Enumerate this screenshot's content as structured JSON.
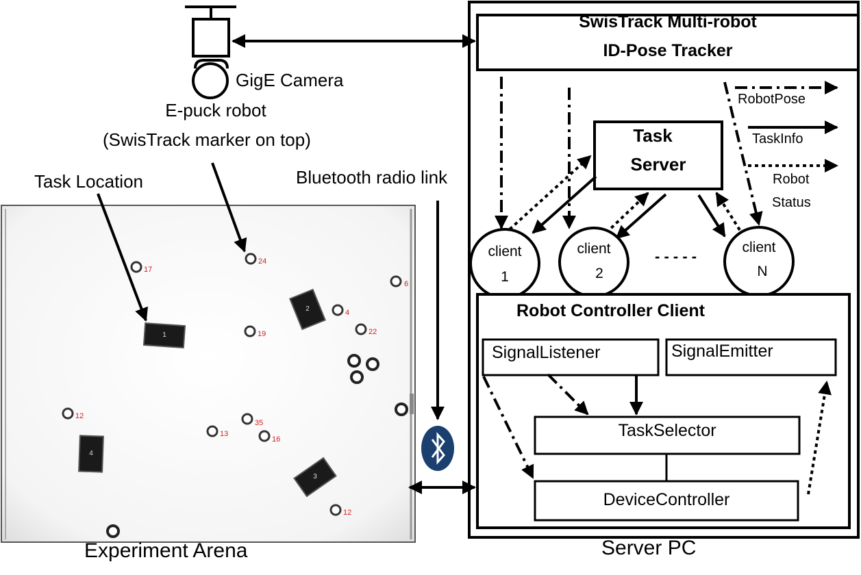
{
  "camera": {
    "label": "GigE Camera"
  },
  "robot": {
    "label_line1": "E-puck robot",
    "label_line2": "(SwisTrack marker on top)"
  },
  "task_location": {
    "label": "Task Location"
  },
  "bluetooth": {
    "label": "Bluetooth radio link"
  },
  "arena": {
    "label": "Experiment Arena",
    "robot_ids": [
      "17",
      "24",
      "6",
      "4",
      "22",
      "19",
      "12",
      "35",
      "13",
      "16",
      "12"
    ],
    "task_box_labels": [
      "1",
      "2",
      "4",
      "3"
    ]
  },
  "server": {
    "label": "Server PC",
    "tracker_line1": "SwisTrack Multi-robot",
    "tracker_line2": "ID-Pose Tracker",
    "task_server_line1": "Task",
    "task_server_line2": "Server",
    "outputs": {
      "robot_pose": "RobotPose",
      "task_info": "TaskInfo",
      "robot_status_line1": "Robot",
      "robot_status_line2": "Status"
    },
    "clients": [
      {
        "name": "client",
        "index": "1"
      },
      {
        "name": "client",
        "index": "2"
      },
      {
        "name": "client",
        "index": "N"
      }
    ],
    "ellipsis": "- - - - -",
    "controller": {
      "title": "Robot Controller Client",
      "signal_listener": "SignalListener",
      "signal_emitter": "SignalEmitter",
      "task_selector": "TaskSelector",
      "device_controller": "DeviceController"
    }
  },
  "colors": {
    "robot_id_text": "#cc2222",
    "bluetooth_badge": "#1b3f6e"
  }
}
